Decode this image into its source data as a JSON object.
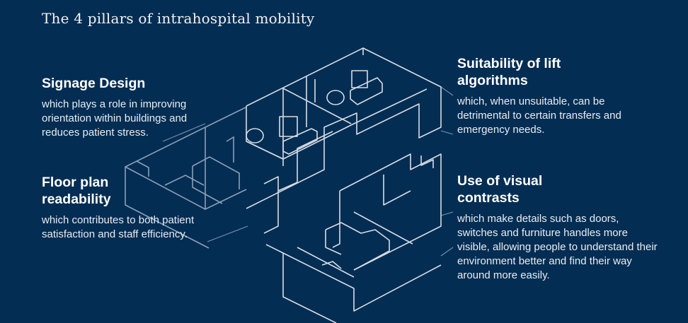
{
  "title": "The 4 pillars of intrahospital mobility",
  "pillars": [
    {
      "heading": "Signage Design",
      "text": "which plays a role in improving orientation within buildings and reduces patient stress."
    },
    {
      "heading": "Floor plan readability",
      "text": "which contributes to both patient satisfaction and staff efficiency."
    },
    {
      "heading": "Suitability of lift algorithms",
      "text": "which, when unsuitable, can be detrimental to certain transfers and emergency needs."
    },
    {
      "heading": "Use of visual contrasts",
      "text": "which make details such as doors, switches and furniture handles more visible, allowing people to understand their environment better and find their way around more easily."
    }
  ],
  "colors": {
    "background": "#042d53",
    "line": "#d6dde6"
  }
}
